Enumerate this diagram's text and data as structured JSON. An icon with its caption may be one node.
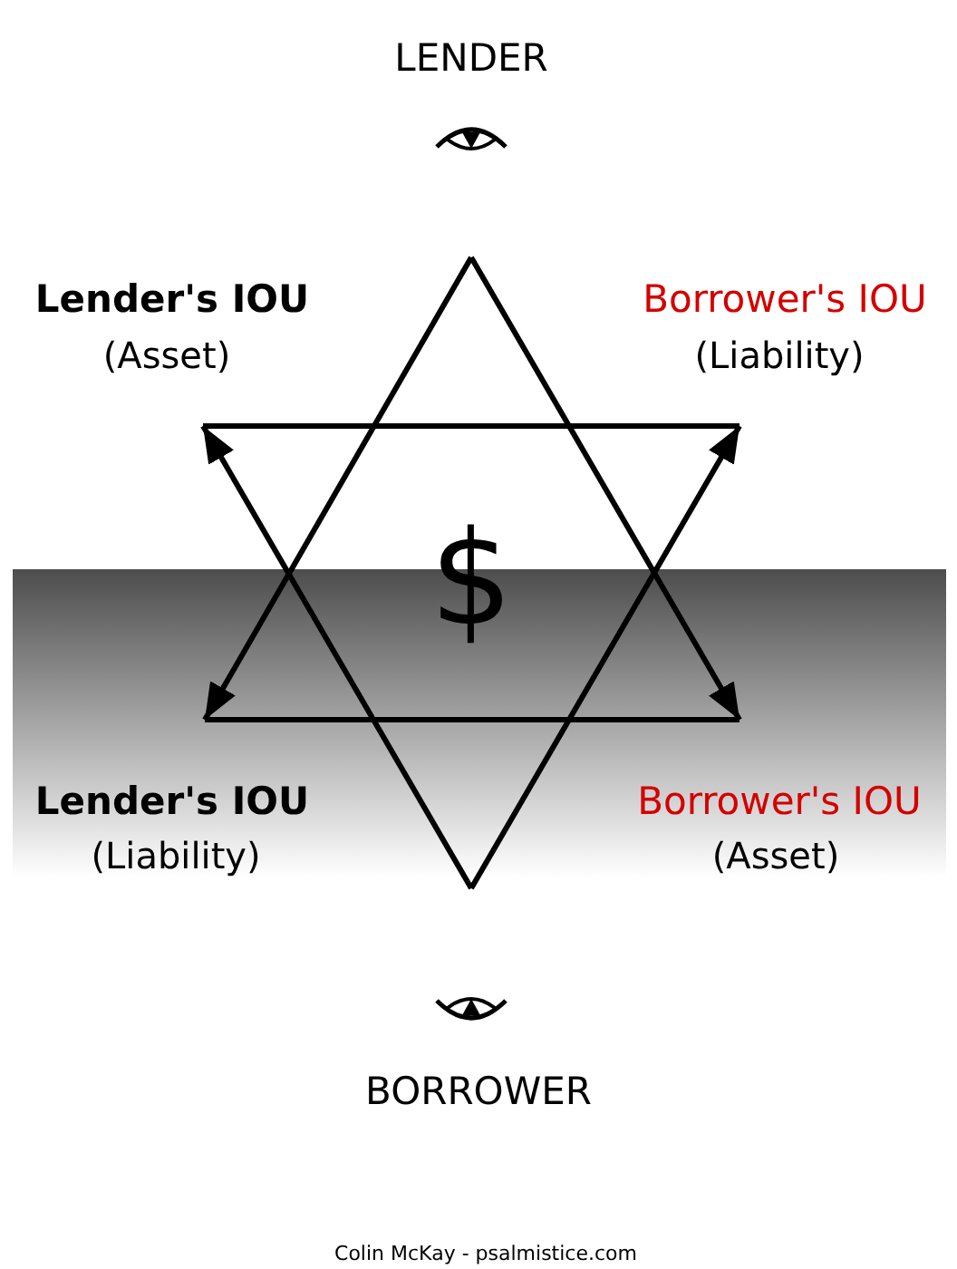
{
  "diagram": {
    "labels": [
      "LENDER",
      "Lender's IOU",
      "(Asset)",
      "Borrower's IOU",
      "(Liability)",
      "$",
      "Lender's IOU",
      "(Liability)",
      "Borrower's IOU",
      "(Asset)",
      "BORROWER",
      "Colin McKay - psalmistice.com"
    ]
  }
}
